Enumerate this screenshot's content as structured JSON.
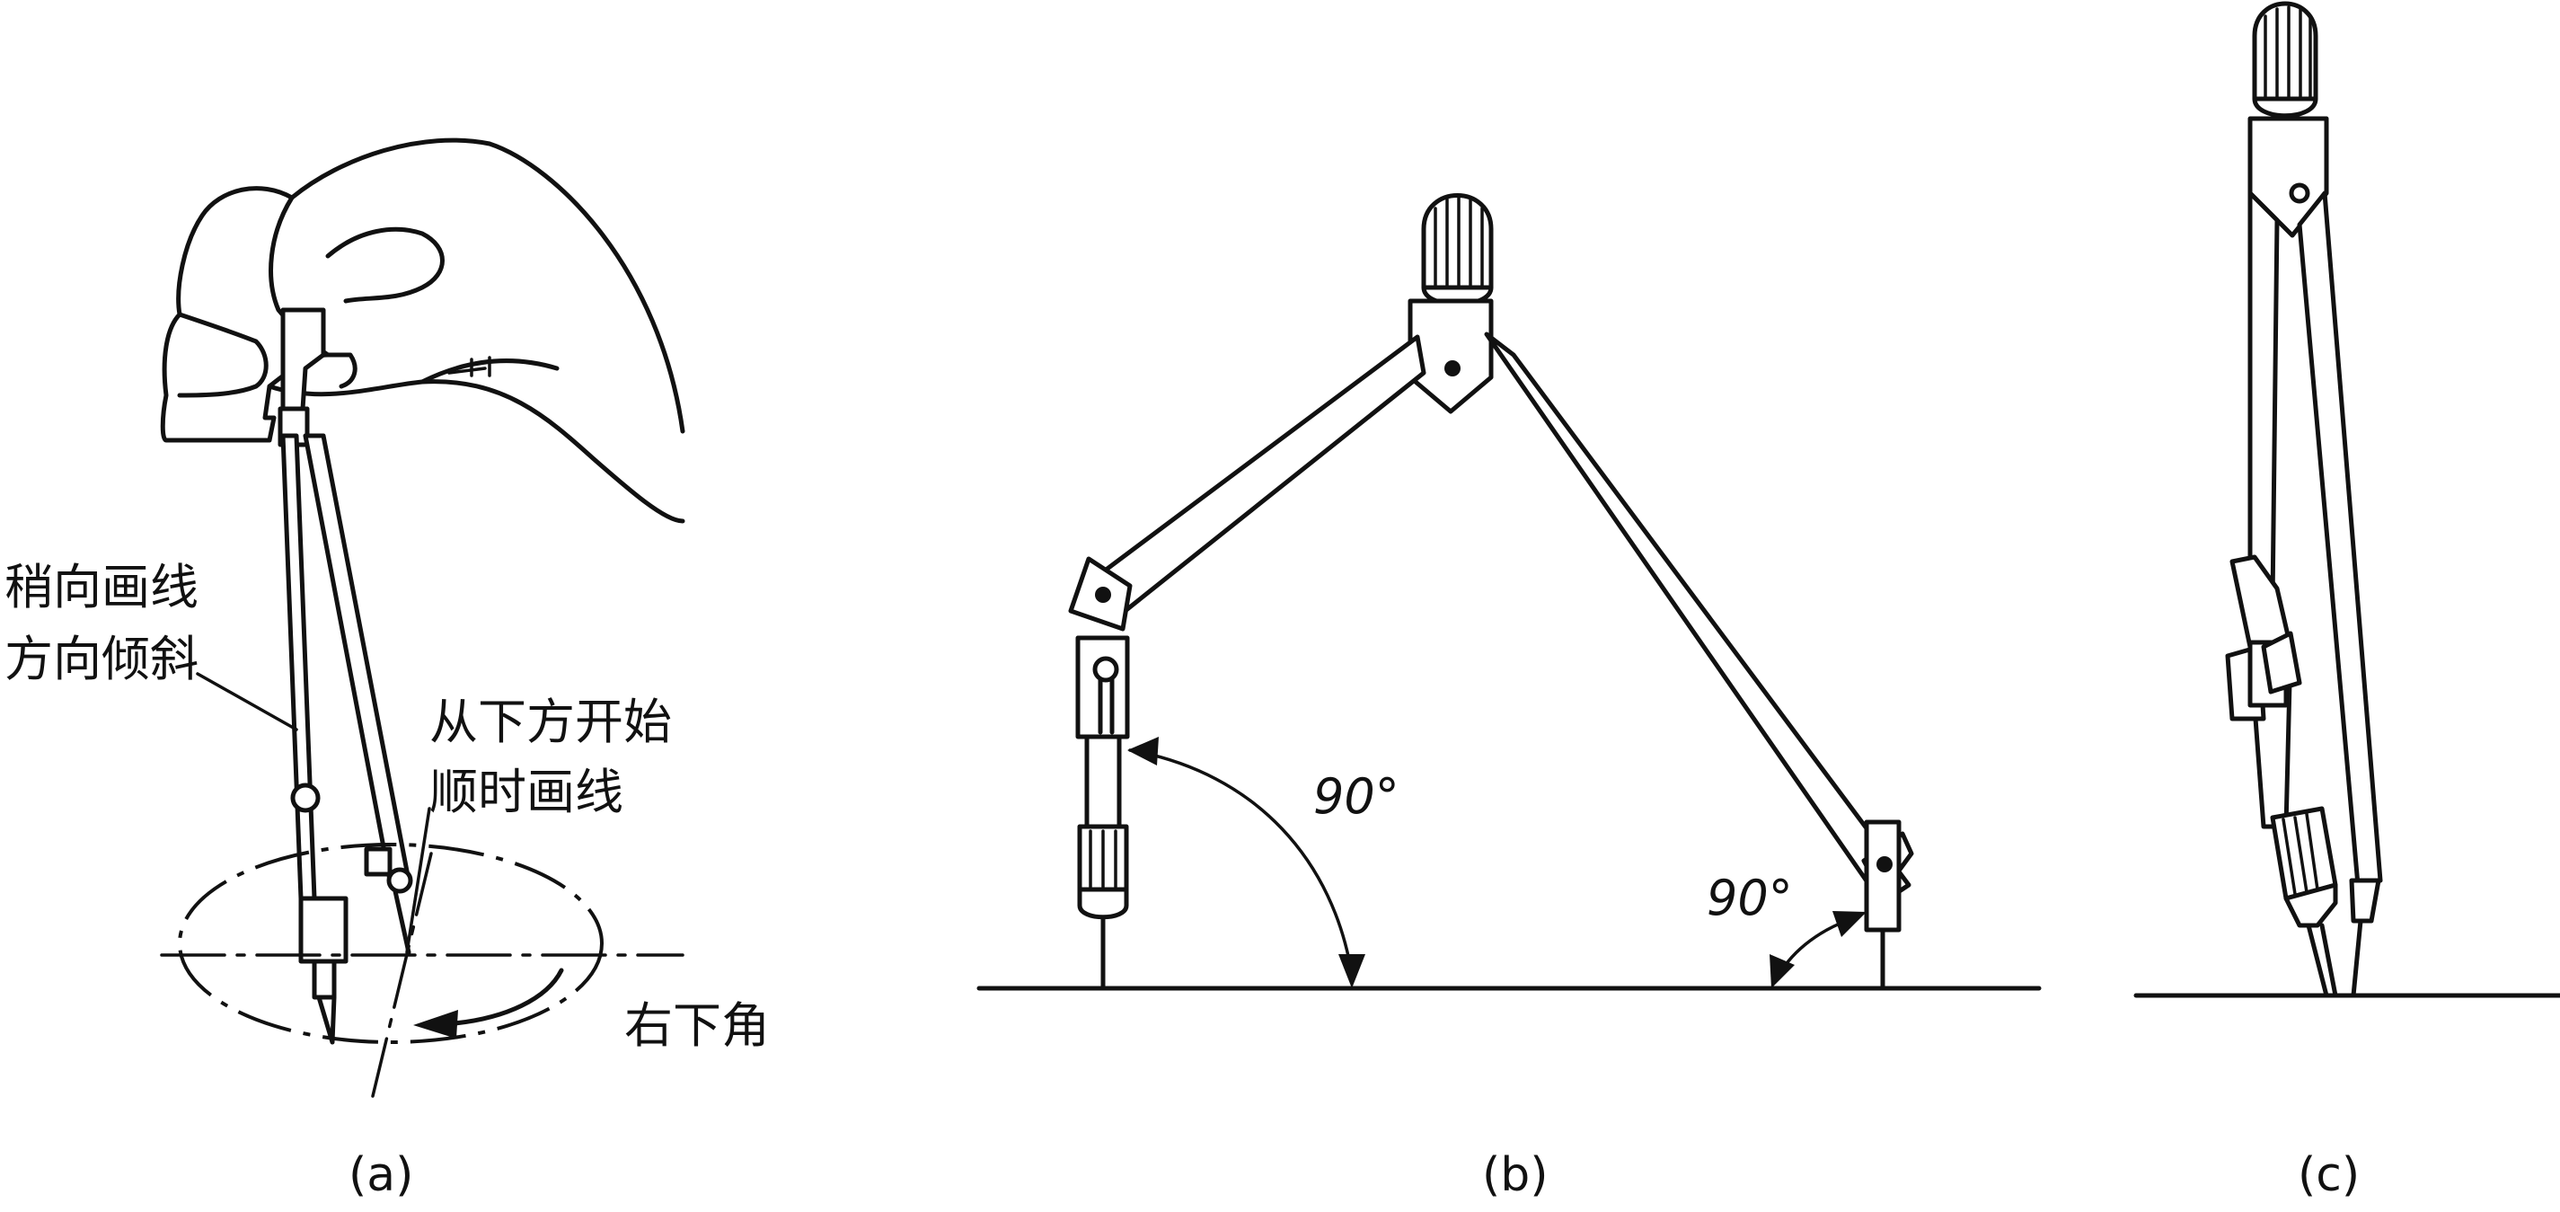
{
  "panel_a": {
    "caption": "(a)",
    "note_tilt_line1": "稍向画线",
    "note_tilt_line2": "方向倾斜",
    "note_start_line1": "从下方开始",
    "note_start_line2": "顺时画线",
    "note_corner": "右下角"
  },
  "panel_b": {
    "caption": "(b)",
    "angle_left": "90°",
    "angle_right": "90°"
  },
  "panel_c": {
    "caption": "(c)"
  }
}
